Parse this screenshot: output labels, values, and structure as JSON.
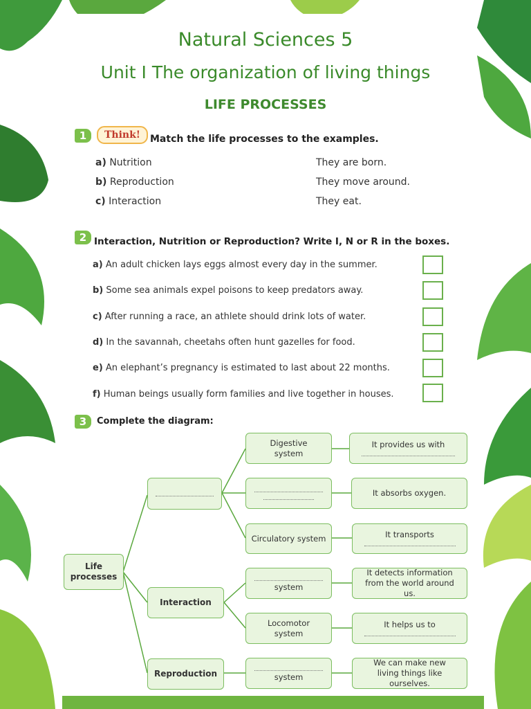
{
  "header": {
    "title": "Natural Sciences 5",
    "unit": "Unit I The organization of living things",
    "section": "LIFE PROCESSES"
  },
  "exercise1": {
    "number": "1",
    "badge": "Think!",
    "instruction": "Match the life processes to the examples.",
    "processes": [
      {
        "letter": "a)",
        "text": "Nutrition"
      },
      {
        "letter": "b)",
        "text": "Reproduction"
      },
      {
        "letter": "c)",
        "text": "Interaction"
      }
    ],
    "examples": [
      "They are born.",
      "They move around.",
      "They eat."
    ]
  },
  "exercise2": {
    "number": "2",
    "instruction": "Interaction, Nutrition or Reproduction? Write I, N or R in the boxes.",
    "items": [
      {
        "letter": "a)",
        "text": "An adult chicken lays eggs almost every day in the summer."
      },
      {
        "letter": "b)",
        "text": "Some sea animals expel poisons to keep predators away."
      },
      {
        "letter": "c)",
        "text": "After running a race, an athlete should drink lots of water."
      },
      {
        "letter": "d)",
        "text": "In the savannah, cheetahs often hunt gazelles for food."
      },
      {
        "letter": "e)",
        "text": "An elephant’s pregnancy is estimated to last about 22 months."
      },
      {
        "letter": "f)",
        "text": "Human beings usually form families and live together in houses."
      }
    ]
  },
  "exercise3": {
    "number": "3",
    "instruction": "Complete the diagram:",
    "root": "Life processes",
    "interaction": "Interaction",
    "reproduction": "Reproduction",
    "digestive": "Digestive system",
    "circulatory": "Circulatory system",
    "locomotor": "Locomotor system",
    "system_word": "system",
    "provides": "It provides us with",
    "absorbs": "It absorbs oxygen.",
    "transports": "It transports",
    "detects": "It detects information from the world around us.",
    "helps": "It helps us to",
    "make_new": "We can make new living things like ourselves."
  }
}
